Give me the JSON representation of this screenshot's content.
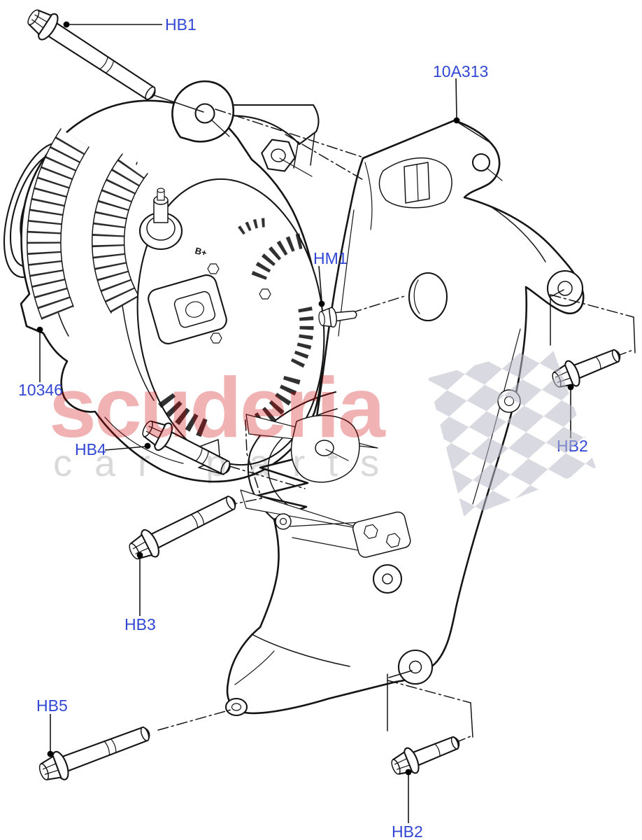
{
  "page": {
    "background": "#ffffff"
  },
  "diagram": {
    "type": "exploded-parts-diagram",
    "subject": "alternator-and-mounting-bracket",
    "labels": {
      "hb1": "HB1",
      "bracket_10a313": "10A313",
      "hm1": "HM1",
      "alternator_10346": "10346",
      "hb4": "HB4",
      "hb2_right": "HB2",
      "hb3": "HB3",
      "hb5": "HB5",
      "hb2_bottom": "HB2"
    },
    "markings": {
      "terminal": "B+"
    },
    "colors": {
      "label_text": "#3147d3",
      "line_art": "#151515",
      "leader_dot": "#000000",
      "background": "#ffffff"
    }
  },
  "watermark": {
    "brand_word": "scuderia",
    "brand_subword": "car parts",
    "brand_color": "#cc0000",
    "subword_color": "#9a9a9a",
    "flag_color": "#b9b9c8"
  }
}
